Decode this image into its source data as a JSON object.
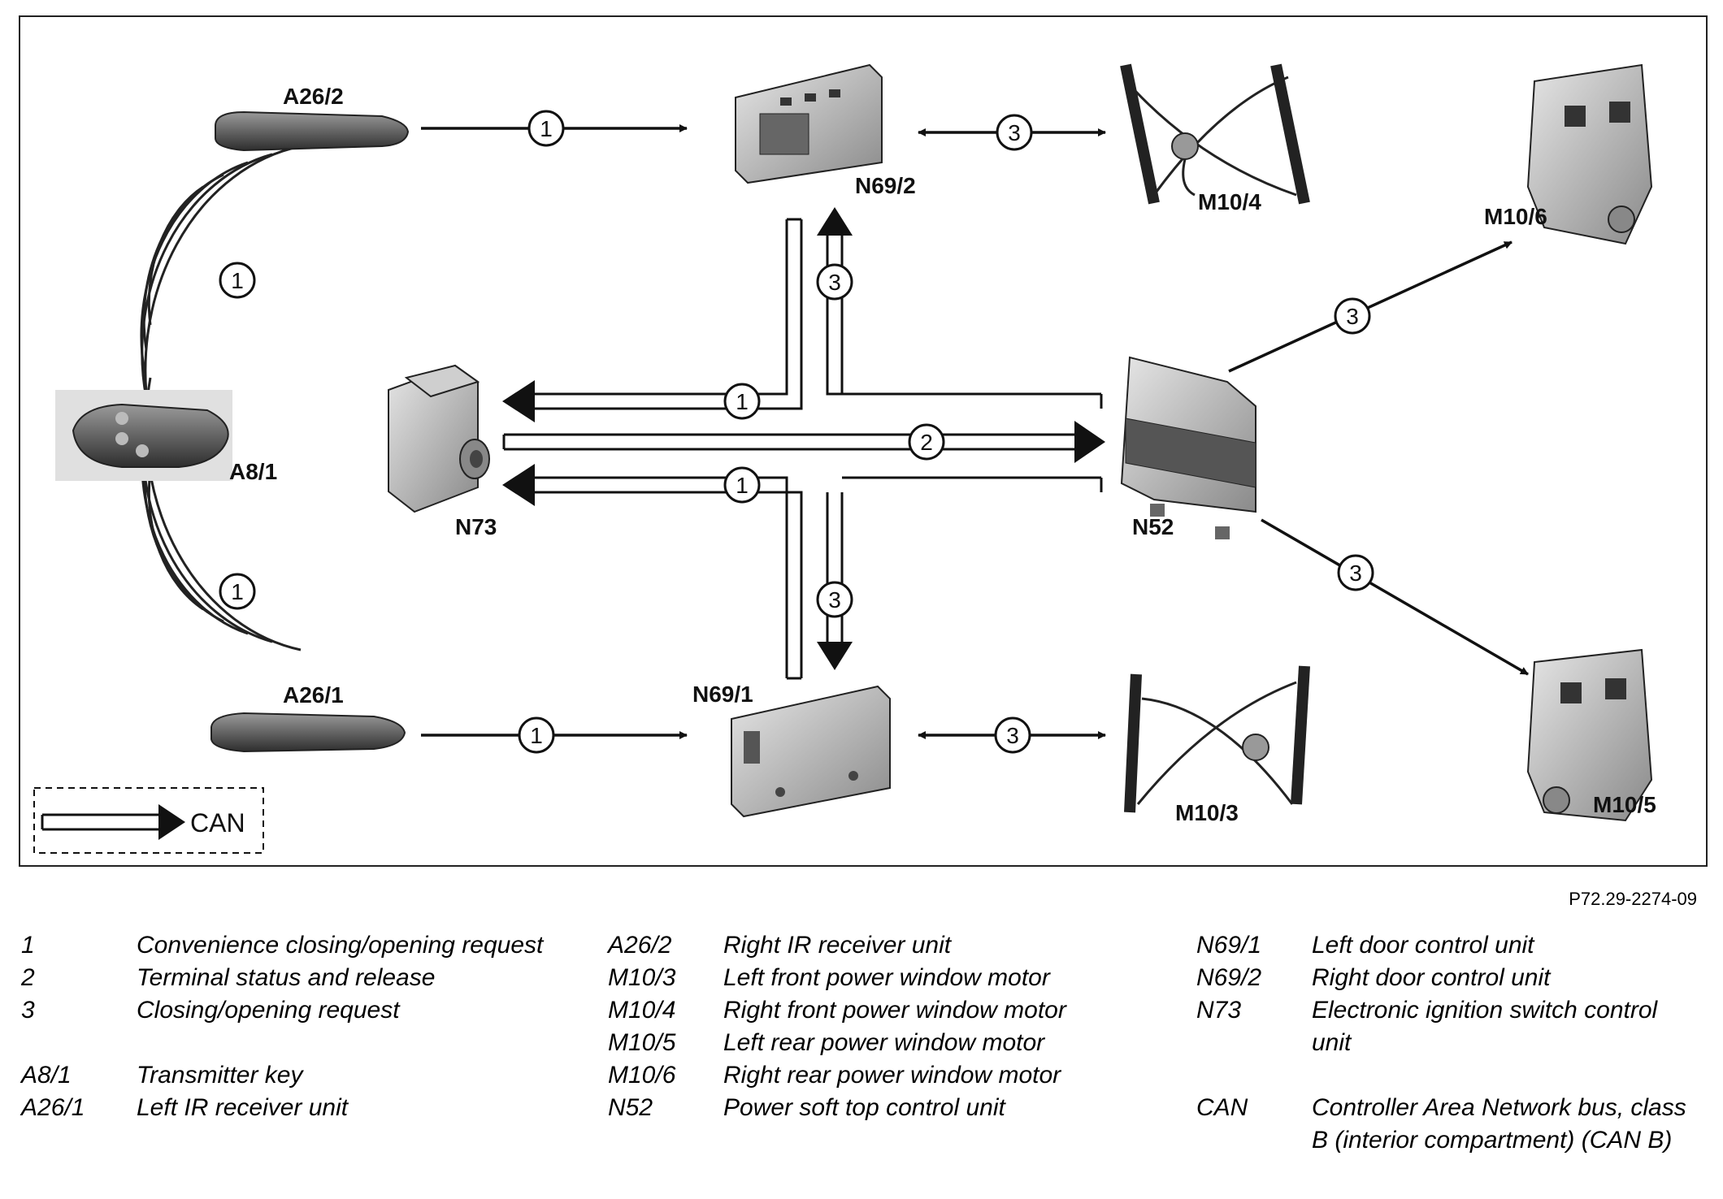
{
  "labels": {
    "a26_2": "A26/2",
    "a26_1": "A26/1",
    "a8_1": "A8/1",
    "n73": "N73",
    "n52": "N52",
    "n69_2": "N69/2",
    "n69_1": "N69/1",
    "m10_4": "M10/4",
    "m10_3": "M10/3",
    "m10_6": "M10/6",
    "m10_5": "M10/5"
  },
  "signals": {
    "s1": "1",
    "s2": "2",
    "s3": "3"
  },
  "can_legend": "CAN",
  "figure_ref": "P72.29-2274-09",
  "legend": {
    "col1": [
      {
        "key": "1",
        "text": "Convenience closing/opening request"
      },
      {
        "key": "2",
        "text": "Terminal status and release"
      },
      {
        "key": "3",
        "text": "Closing/opening request"
      },
      {
        "key": "A8/1",
        "text": "Transmitter key"
      },
      {
        "key": "A26/1",
        "text": "Left IR receiver unit"
      }
    ],
    "col2": [
      {
        "key": "A26/2",
        "text": "Right IR receiver unit"
      },
      {
        "key": "M10/3",
        "text": "Left front power window motor"
      },
      {
        "key": "M10/4",
        "text": "Right front power window motor"
      },
      {
        "key": "M10/5",
        "text": "Left rear power window motor"
      },
      {
        "key": "M10/6",
        "text": "Right rear power window motor"
      },
      {
        "key": "N52",
        "text": "Power soft top control unit"
      }
    ],
    "col3": [
      {
        "key": "N69/1",
        "text": "Left door control unit"
      },
      {
        "key": "N69/2",
        "text": "Right door control unit"
      },
      {
        "key": "N73",
        "text": "Electronic ignition switch control unit"
      },
      {
        "key": "CAN",
        "text": "Controller Area Network bus, class B (interior compartment) (CAN B)"
      }
    ]
  }
}
